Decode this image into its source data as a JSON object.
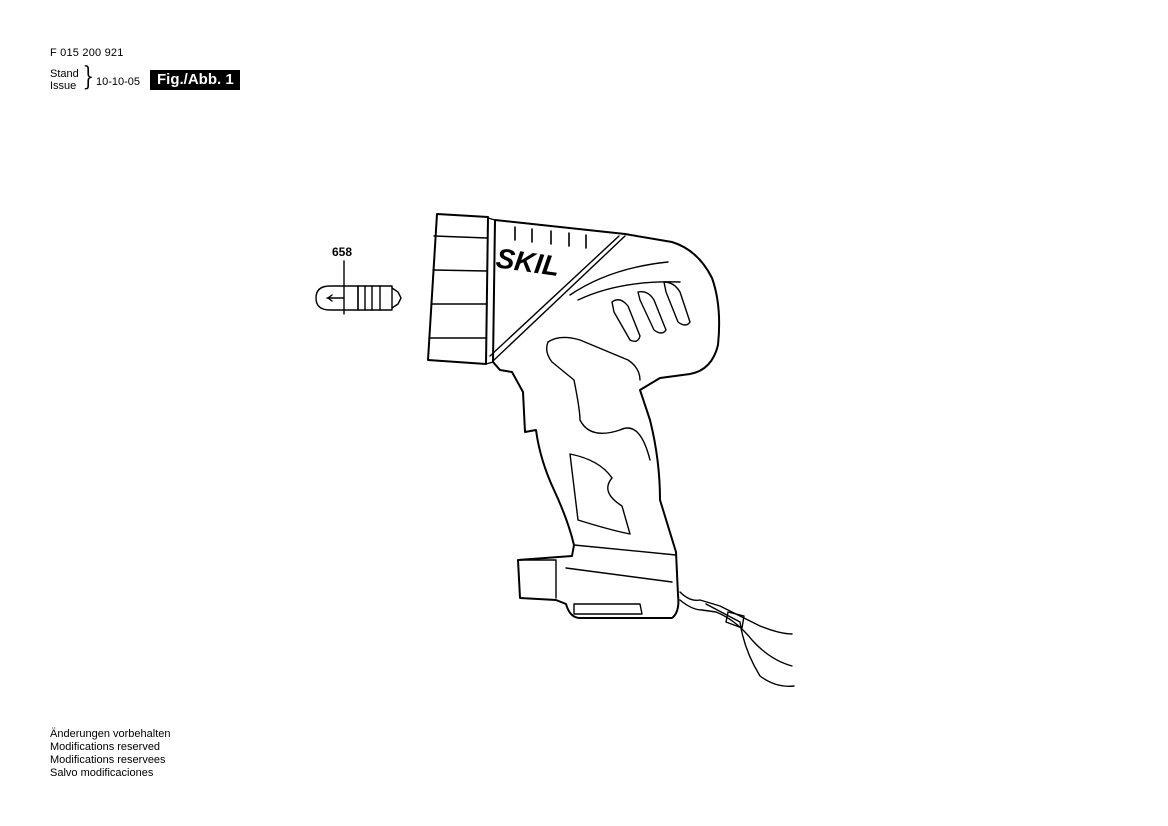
{
  "header": {
    "part_number": "F 015 200 921",
    "stand_label": "Stand",
    "issue_label": "Issue",
    "date": "10-10-05",
    "figure_label": "Fig./Abb. 1"
  },
  "callouts": [
    {
      "number": "658"
    }
  ],
  "drawing": {
    "brand_text": "SKIL"
  },
  "footer_notes": [
    "Änderungen vorbehalten",
    "Modifications reserved",
    "Modifications reservees",
    "Salvo modificaciones"
  ]
}
